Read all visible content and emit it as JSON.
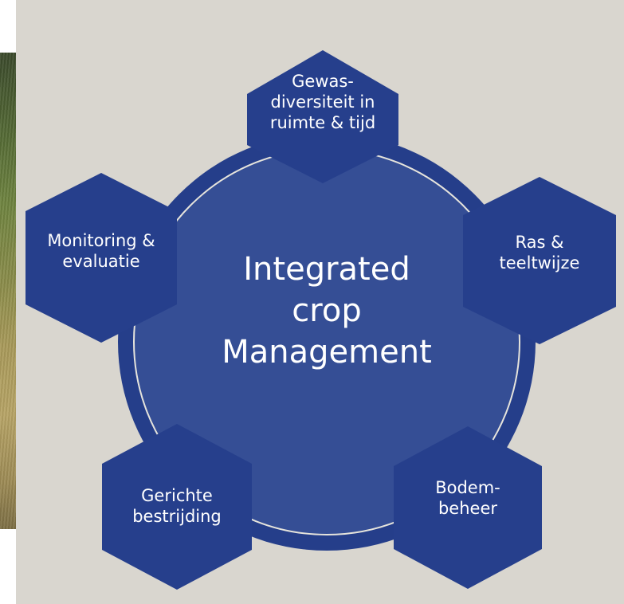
{
  "diagram": {
    "center": {
      "title": "Integrated\ncrop\nManagement"
    },
    "nodes": [
      {
        "id": "top",
        "label": "Gewas-\ndiversiteit in\nruimte & tijd"
      },
      {
        "id": "right",
        "label": "Ras &\nteeltwijze"
      },
      {
        "id": "bottom-right",
        "label": "Bodem-\nbeheer"
      },
      {
        "id": "bottom-left",
        "label": "Gerichte\nbestrijding"
      },
      {
        "id": "left",
        "label": "Monitoring &\nevaluatie"
      }
    ]
  },
  "colors": {
    "panel_background": "#d9d6cf",
    "ring": "#253e8a",
    "circle_fill": "#354e95",
    "inner_line": "#e6e4dc",
    "hexagon": "#263f8c",
    "text": "#ffffff"
  }
}
